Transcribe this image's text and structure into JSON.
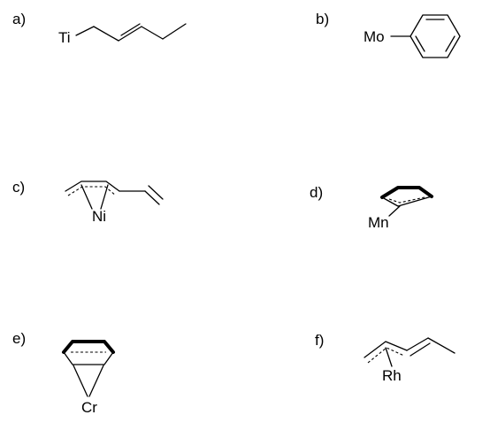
{
  "panels": [
    {
      "id": "a",
      "label": "a)",
      "metal": "Ti"
    },
    {
      "id": "b",
      "label": "b)",
      "metal": "Mo"
    },
    {
      "id": "c",
      "label": "c)",
      "metal": "Ni"
    },
    {
      "id": "d",
      "label": "d)",
      "metal": "Mn"
    },
    {
      "id": "e",
      "label": "e)",
      "metal": "Cr"
    },
    {
      "id": "f",
      "label": "f)",
      "metal": "Rh"
    }
  ]
}
